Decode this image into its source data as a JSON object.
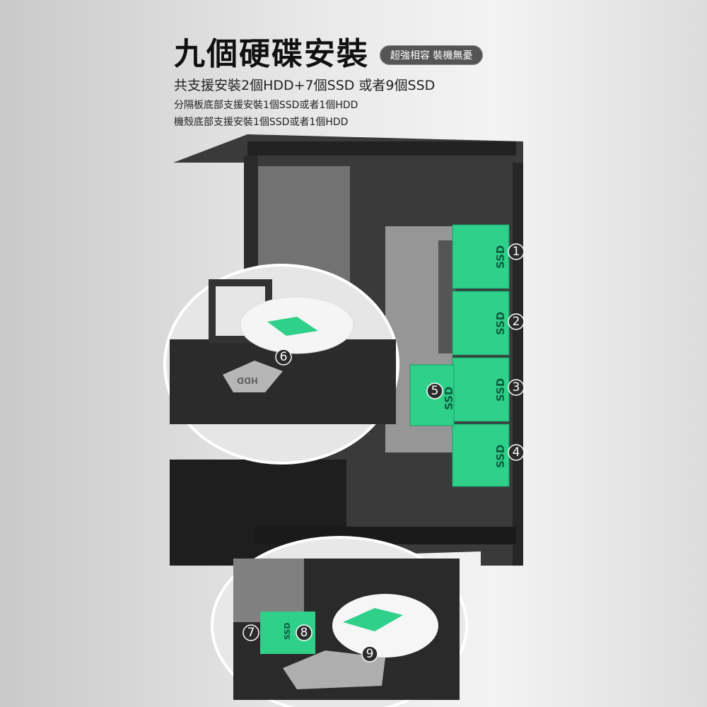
{
  "header": {
    "title": "九個硬碟安裝",
    "badge": "超強相容 裝機無憂",
    "line1": "共支援安裝2個HDD+7個SSD 或者9個SSD",
    "line2": "分隔板底部支援安裝1個SSD或者1個HDD",
    "line3": "機殼底部支援安裝1個SSD或者1個HDD"
  },
  "drives": {
    "ssd_label": "SSD",
    "hdd_label": "HDD",
    "slots": [
      "1",
      "2",
      "3",
      "4",
      "5",
      "6",
      "7",
      "8",
      "9"
    ]
  },
  "colors": {
    "tray_green": "#2fd08a",
    "case_black": "#2a2a2a",
    "badge_bg": "#555555"
  }
}
